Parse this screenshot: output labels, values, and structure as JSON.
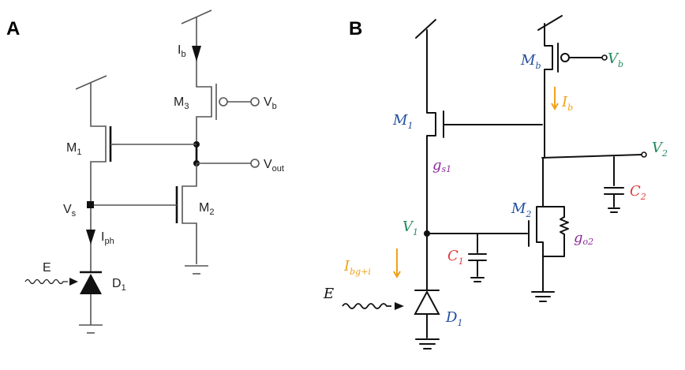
{
  "panels": {
    "a": {
      "label": "A",
      "labels": {
        "ib": "I",
        "ib_sub": "b",
        "m3": "M",
        "m3_sub": "3",
        "vb": "V",
        "vb_sub": "b",
        "m1": "M",
        "m1_sub": "1",
        "vout": "V",
        "vout_sub": "out",
        "vs": "V",
        "vs_sub": "s",
        "m2": "M",
        "m2_sub": "2",
        "iph": "I",
        "iph_sub": "ph",
        "e": "E",
        "d1": "D",
        "d1_sub": "1"
      }
    },
    "b": {
      "label": "B",
      "labels": {
        "mb": "M",
        "mb_sub": "b",
        "vb": "V",
        "vb_sub": "b",
        "ib": "I",
        "ib_sub": "b",
        "m1": "M",
        "m1_sub": "1",
        "gs1": "g",
        "gs1_sub": "s1",
        "v2": "V",
        "v2_sub": "2",
        "c2": "C",
        "c2_sub": "2",
        "v1": "V",
        "v1_sub": "1",
        "m2": "M",
        "m2_sub": "2",
        "go2": "g",
        "go2_sub": "o2",
        "ibg": "I",
        "ibg_sub": "bg+i",
        "c1": "C",
        "c1_sub": "1",
        "e": "E",
        "d1": "D",
        "d1_sub": "1"
      }
    }
  },
  "colors": {
    "blue": "#1f4e9c",
    "green": "#1f8a5a",
    "orange": "#f0a21a",
    "red": "#e23b3b",
    "purple": "#8a2a9a"
  }
}
